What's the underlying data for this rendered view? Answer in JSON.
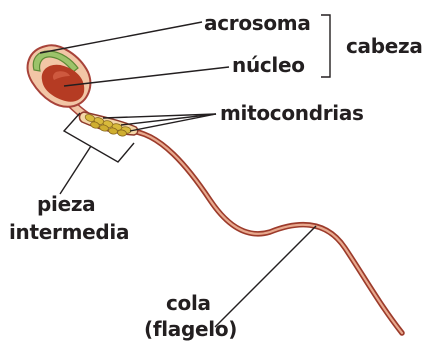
{
  "labels": {
    "acrosoma": "acrosoma",
    "nucleo": "núcleo",
    "cabeza": "cabeza",
    "mitocondrias": "mitocondrias",
    "pieza_line1": "pieza",
    "pieza_line2": "intermedia",
    "cola_line1": "cola",
    "cola_line2": "(flagelo)"
  },
  "colors": {
    "head_fill": "#f2c6a6",
    "head_outline": "#a8433a",
    "acrosome": "#9cc36a",
    "nucleus": "#b53b23",
    "midpiece_outline": "#8e3a2c",
    "mitochondria": "#d8ba3c",
    "tail": "#b94a37",
    "tail_highlight": "#f0c8b2",
    "leader_lines": "#231f20",
    "text": "#231f20"
  }
}
